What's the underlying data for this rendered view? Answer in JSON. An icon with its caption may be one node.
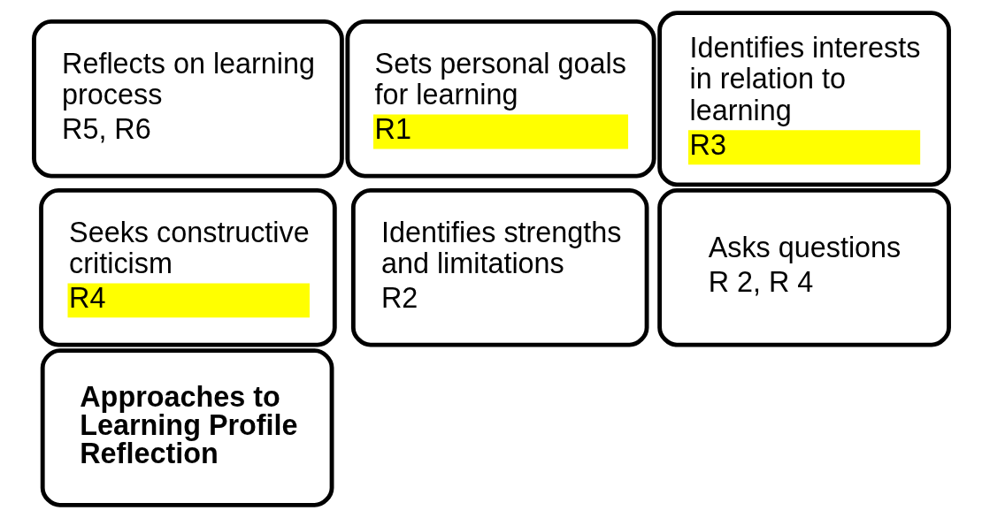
{
  "diagram": {
    "nodes": [
      {
        "text": [
          "Reflects on learning process",
          "R5, R6"
        ]
      },
      {
        "text": [
          "Asks questions",
          "R 2, R 4"
        ]
      },
      {
        "text": [
          "Sets personal goals for learning",
          "R1"
        ]
      },
      {
        "text": [
          "Approaches to Learning Profile Reflection"
        ]
      },
      {
        "text": [
          "Seeks constructive criticism",
          "R4"
        ]
      },
      {
        "text": [
          "Identifies interests in relation to learning",
          "R3"
        ]
      },
      {
        "text": [
          "Identifies strengths and limitations",
          "R2"
        ]
      }
    ]
  }
}
